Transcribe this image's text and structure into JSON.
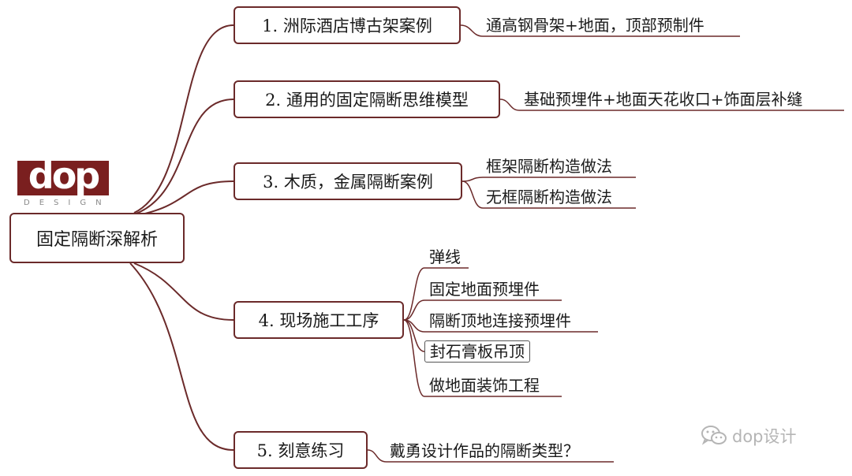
{
  "logo": {
    "mark": "dop",
    "subtext": "DESIGN"
  },
  "root": {
    "label": "固定隔断深解析"
  },
  "branches": [
    {
      "label": "1. 洲际酒店博古架案例",
      "children": [
        "通高钢骨架+地面，顶部预制件"
      ]
    },
    {
      "label": "2. 通用的固定隔断思维模型",
      "children": [
        "基础预埋件+地面天花收口+饰面层补缝"
      ]
    },
    {
      "label": "3. 木质，金属隔断案例",
      "children": [
        "框架隔断构造做法",
        "无框隔断构造做法"
      ]
    },
    {
      "label": "4. 现场施工工序",
      "children": [
        "弹线",
        "固定地面预埋件",
        "隔断顶地连接预埋件",
        "封石膏板吊顶",
        "做地面装饰工程"
      ]
    },
    {
      "label": "5. 刻意练习",
      "children": [
        "戴勇设计作品的隔断类型？"
      ]
    }
  ],
  "watermark": {
    "icon": "wechat-icon",
    "text": "dop设计"
  },
  "colors": {
    "connector": "#6b2a2a",
    "underline": "#555555",
    "logo": "#7a1f1f"
  }
}
